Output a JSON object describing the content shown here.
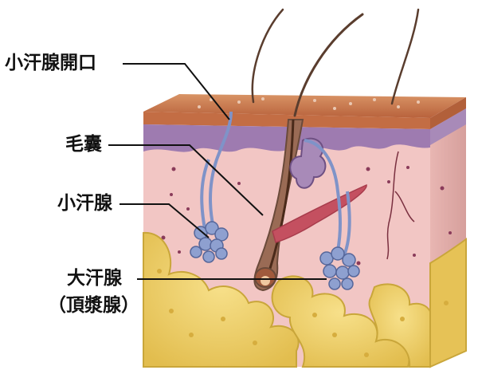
{
  "labels": {
    "sweat_pore": "小汗腺開口",
    "hair_follicle": "毛囊",
    "eccrine_gland": "小汗腺",
    "apocrine_gland": "大汗腺",
    "apocrine_gland_alt": "（頂漿腺）"
  },
  "colors": {
    "epidermis": "#c8774a",
    "dermis": "#f2c6c4",
    "fat": "#f0d36b",
    "fat_shadow": "#c9a63a",
    "purple_layer": "#9e7bb0",
    "gland": "#7f93c8",
    "hair": "#6a4a3a",
    "leader_line": "#111111"
  }
}
